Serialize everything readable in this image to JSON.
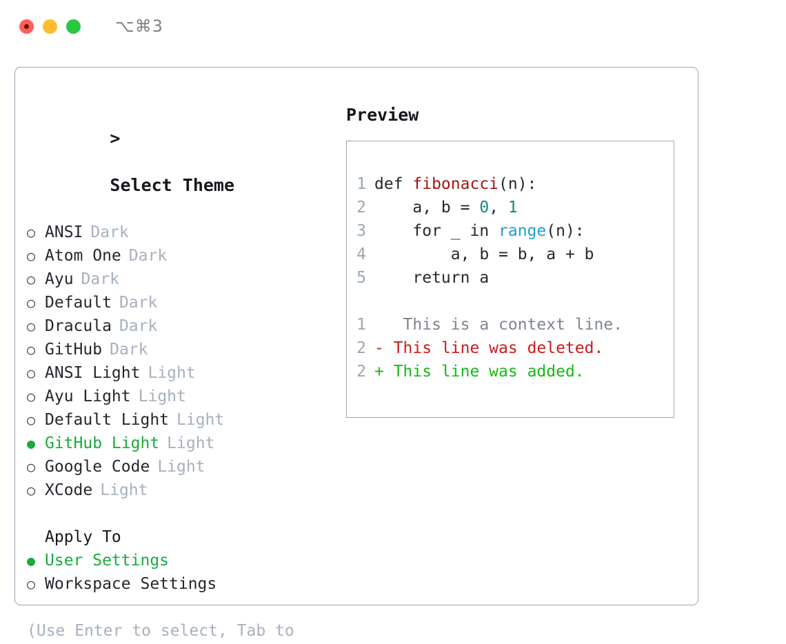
{
  "titlebar": {
    "traffic_lights": [
      {
        "name": "close-button",
        "color": "#ff5f57"
      },
      {
        "name": "minimize-button",
        "color": "#febc2e"
      },
      {
        "name": "maximize-button",
        "color": "#28c840"
      }
    ],
    "shortcut": "⌥⌘3"
  },
  "theme_picker": {
    "focus_indicator": ">",
    "title": "Select Theme",
    "marker_selected": "●",
    "marker_unselected": "○",
    "items": [
      {
        "label": "ANSI",
        "category": "Dark",
        "selected": false
      },
      {
        "label": "Atom One",
        "category": "Dark",
        "selected": false
      },
      {
        "label": "Ayu",
        "category": "Dark",
        "selected": false
      },
      {
        "label": "Default",
        "category": "Dark",
        "selected": false
      },
      {
        "label": "Dracula",
        "category": "Dark",
        "selected": false
      },
      {
        "label": "GitHub",
        "category": "Dark",
        "selected": false
      },
      {
        "label": "ANSI Light",
        "category": "Light",
        "selected": false
      },
      {
        "label": "Ayu Light",
        "category": "Light",
        "selected": false
      },
      {
        "label": "Default Light",
        "category": "Light",
        "selected": false
      },
      {
        "label": "GitHub Light",
        "category": "Light",
        "selected": true
      },
      {
        "label": "Google Code",
        "category": "Light",
        "selected": false
      },
      {
        "label": "XCode",
        "category": "Light",
        "selected": false
      }
    ]
  },
  "apply_to": {
    "title": "Apply To",
    "items": [
      {
        "label": "User Settings",
        "selected": true
      },
      {
        "label": "Workspace Settings",
        "selected": false
      }
    ]
  },
  "hint": "(Use Enter to select, Tab to change focus)",
  "preview": {
    "title": "Preview",
    "code_lines": [
      {
        "lineno": "1",
        "tokens": [
          {
            "text": "def ",
            "color": "#24292e"
          },
          {
            "text": "fibonacci",
            "color": "#a31515"
          },
          {
            "text": "(n):",
            "color": "#24292e"
          }
        ]
      },
      {
        "lineno": "2",
        "tokens": [
          {
            "text": "    a, b = ",
            "color": "#24292e"
          },
          {
            "text": "0",
            "color": "#0c8a7d"
          },
          {
            "text": ", ",
            "color": "#24292e"
          },
          {
            "text": "1",
            "color": "#0c8a7d"
          }
        ]
      },
      {
        "lineno": "3",
        "tokens": [
          {
            "text": "    for _ in ",
            "color": "#24292e"
          },
          {
            "text": "range",
            "color": "#1c9fcf"
          },
          {
            "text": "(n):",
            "color": "#24292e"
          }
        ]
      },
      {
        "lineno": "4",
        "tokens": [
          {
            "text": "        a, b = b, a + b",
            "color": "#24292e"
          }
        ]
      },
      {
        "lineno": "5",
        "tokens": [
          {
            "text": "    return a",
            "color": "#24292e"
          }
        ]
      }
    ],
    "diff_lines": [
      {
        "lineno": "1",
        "sign": " ",
        "text": "  This is a context line.",
        "color": "#7c8590"
      },
      {
        "lineno": "2",
        "sign": "-",
        "text": " This line was deleted.",
        "color": "#cc1b1b"
      },
      {
        "lineno": "2",
        "sign": "+",
        "text": " This line was added.",
        "color": "#17b817"
      }
    ]
  },
  "colors": {
    "accent_green": "#1aab3c",
    "muted": "#a7b0be",
    "border": "#9aa6b6",
    "text": "#15181c"
  }
}
